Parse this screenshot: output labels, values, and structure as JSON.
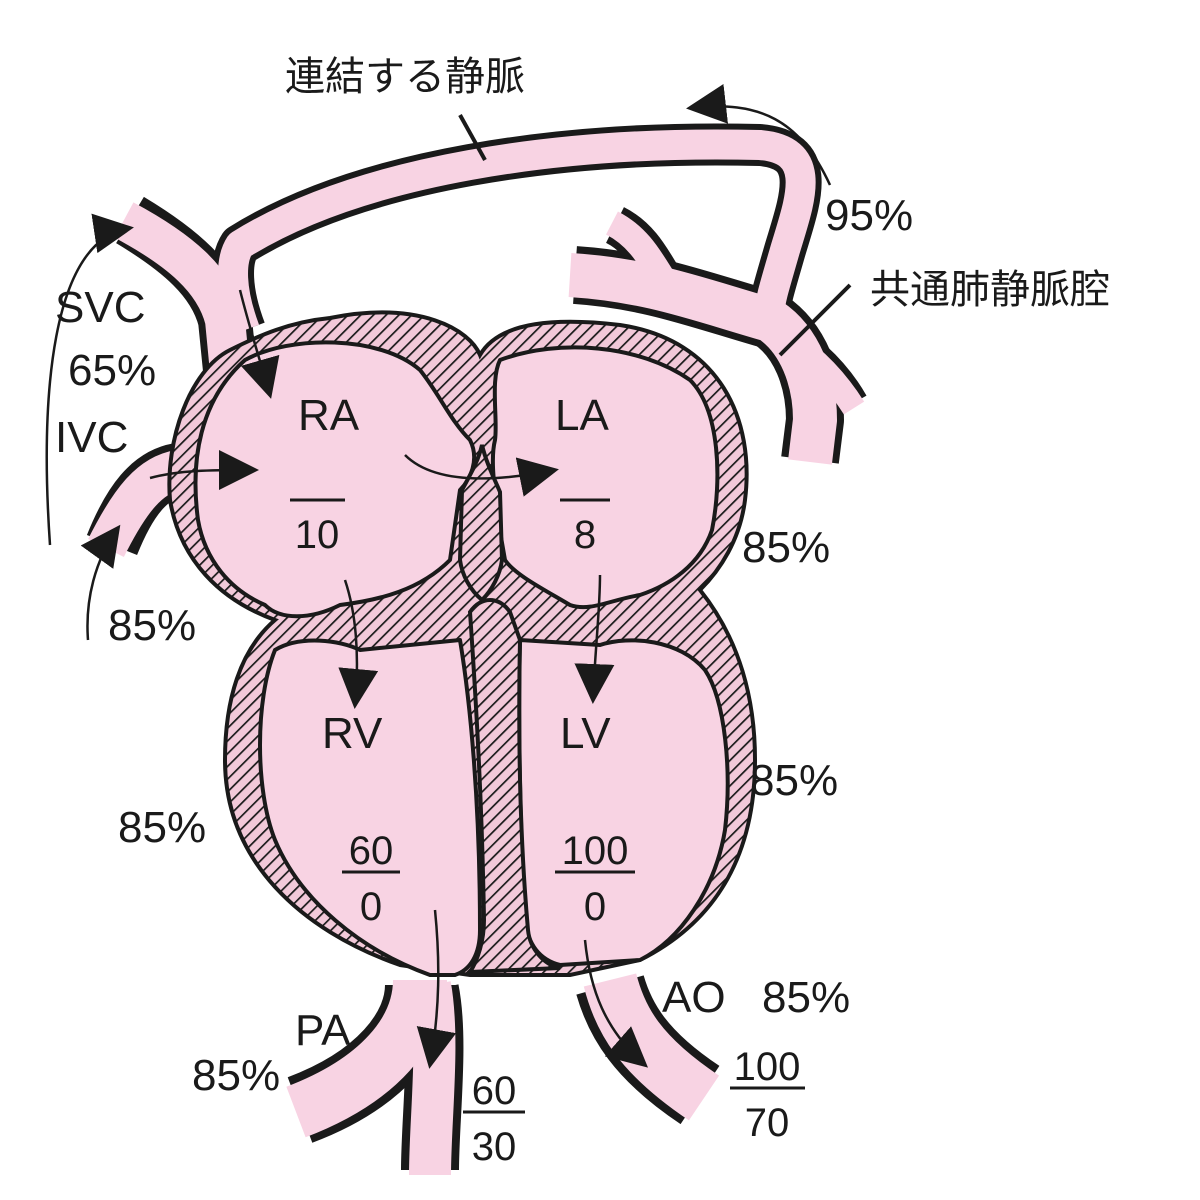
{
  "colors": {
    "blood": "#f8d3e3",
    "wall": "#1a1a1a",
    "hatch_bg": "#f2c9d9"
  },
  "labels": {
    "connecting_vein": "連結する静脈",
    "common_pv_chamber": "共通肺静脈腔",
    "svc": "SVC",
    "ivc": "IVC",
    "ra": "RA",
    "la": "LA",
    "rv": "RV",
    "lv": "LV",
    "pa": "PA",
    "ao": "AO"
  },
  "saturations": {
    "connecting_vein": "95%",
    "svc": "65%",
    "ivc": "85%",
    "la": "85%",
    "rv": "85%",
    "lv": "85%",
    "ao": "85%",
    "pa": "85%"
  },
  "pressures": {
    "ra": {
      "top": "",
      "bottom": "10"
    },
    "la": {
      "top": "",
      "bottom": "8"
    },
    "rv": {
      "top": "60",
      "bottom": "0"
    },
    "lv": {
      "top": "100",
      "bottom": "0"
    },
    "pa": {
      "top": "60",
      "bottom": "30"
    },
    "ao": {
      "top": "100",
      "bottom": "70"
    }
  }
}
